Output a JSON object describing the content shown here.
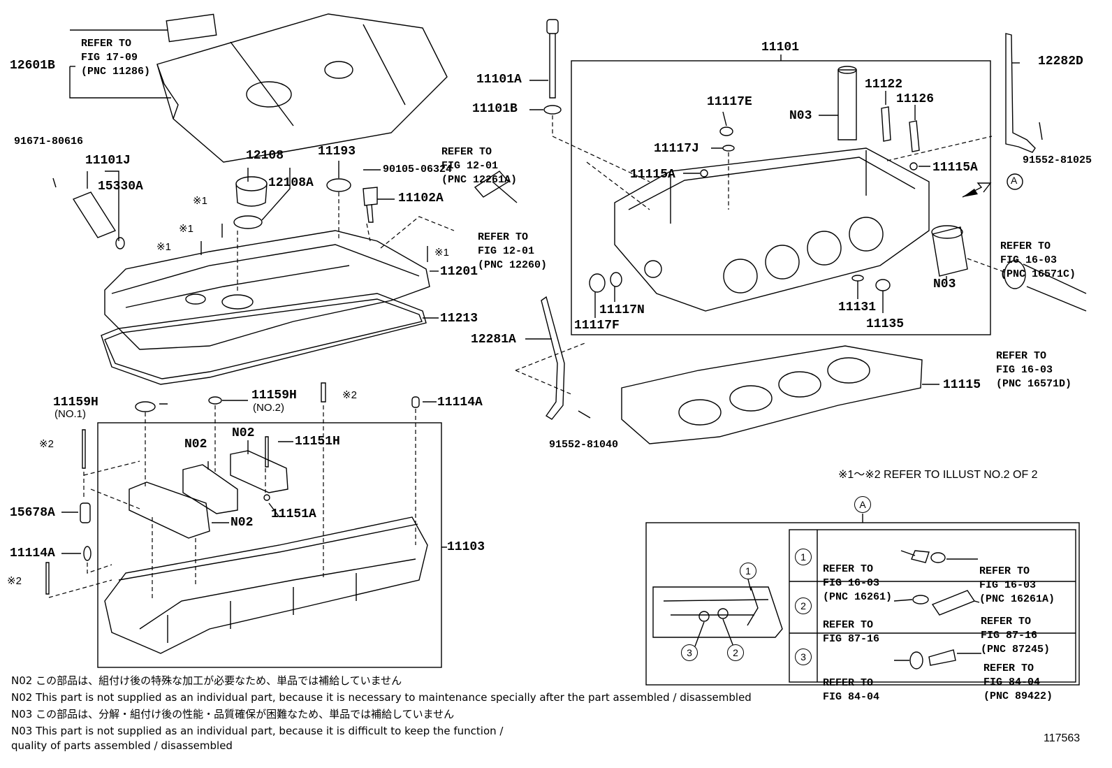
{
  "figure_number": "117563",
  "refer_note": "※1〜※2  REFER TO ILLUST NO.2 OF 2",
  "callout_A": "A",
  "refer_blocks": {
    "fig1709": [
      "REFER TO",
      "FIG 17-09",
      "(PNC 11286)"
    ],
    "fig1201a": [
      "REFER TO",
      "FIG 12-01",
      "(PNC 12261A)"
    ],
    "fig1201b": [
      "REFER TO",
      "FIG 12-01",
      "(PNC 12260)"
    ],
    "fig1603c": [
      "REFER TO",
      "FIG 16-03",
      "(PNC 16571C)"
    ],
    "fig1603d": [
      "REFER TO",
      "FIG 16-03",
      "(PNC 16571D)"
    ]
  },
  "labels": {
    "p12601B": "12601B",
    "p91671": "91671-80616",
    "p11101J": "11101J",
    "p15330A": "15330A",
    "p12108": "12108",
    "p12108A": "12108A",
    "p11193": "11193",
    "p90105": "90105-06324",
    "p11102A": "11102A",
    "p11201": "11201",
    "p11213": "11213",
    "p11101A": "11101A",
    "p11101B": "11101B",
    "p11101": "11101",
    "p11122": "11122",
    "p11126": "11126",
    "p11117E": "11117E",
    "pN03a": "N03",
    "p11117J": "11117J",
    "p11115Aa": "11115A",
    "p11115Ab": "11115A",
    "pN03b": "N03",
    "p11117N": "11117N",
    "p11117F": "11117F",
    "p11131": "11131",
    "p11135": "11135",
    "p12282D": "12282D",
    "p91552a": "91552-81025",
    "p12281A": "12281A",
    "p91552b": "91552-81040",
    "p11115": "11115",
    "p11159Ha": "11159H",
    "p11159Ha_sub": "(NO.1)",
    "p11159Hb": "11159H",
    "p11159Hb_sub": "(NO.2)",
    "p11114Aa": "11114A",
    "p11151H": "11151H",
    "pN02a": "N02",
    "pN02b": "N02",
    "pN02c": "N02",
    "p11151A": "11151A",
    "p15678A": "15678A",
    "p11114Ab": "11114A",
    "p11103": "11103",
    "x1a": "※1",
    "x1b": "※1",
    "x1c": "※1",
    "x1d": "※1",
    "x2a": "※2",
    "x2b": "※2",
    "x2c": "※2"
  },
  "detail_A": {
    "rows": [
      {
        "num": "1",
        "left": [
          "REFER TO",
          "FIG 16-03",
          "(PNC 16261)"
        ],
        "right": [
          "REFER TO",
          "FIG 16-03",
          "(PNC 16261A)"
        ]
      },
      {
        "num": "2",
        "left": [
          "REFER TO",
          "FIG 87-16"
        ],
        "right": [
          "REFER TO",
          "FIG 87-16",
          "(PNC 87245)"
        ]
      },
      {
        "num": "3",
        "left": [
          "REFER TO",
          "FIG 84-04"
        ],
        "right": [
          "REFER TO",
          "FIG 84-04",
          "(PNC 89422)"
        ]
      }
    ],
    "inset_marks": [
      "1",
      "2",
      "3"
    ]
  },
  "notes": [
    "N02  この部品は、組付け後の特殊な加工が必要なため、単品では補給していません",
    "N02  This part is not supplied as an individual part, because it is necessary to maintenance specially after the part assembled / disassembled",
    "N03  この部品は、分解・組付け後の性能・品質確保が困難なため、単品では補給していません",
    "N03  This part is not supplied as an individual part, because it is difficult to keep the function /",
    "       quality of parts  assembled / disassembled"
  ]
}
